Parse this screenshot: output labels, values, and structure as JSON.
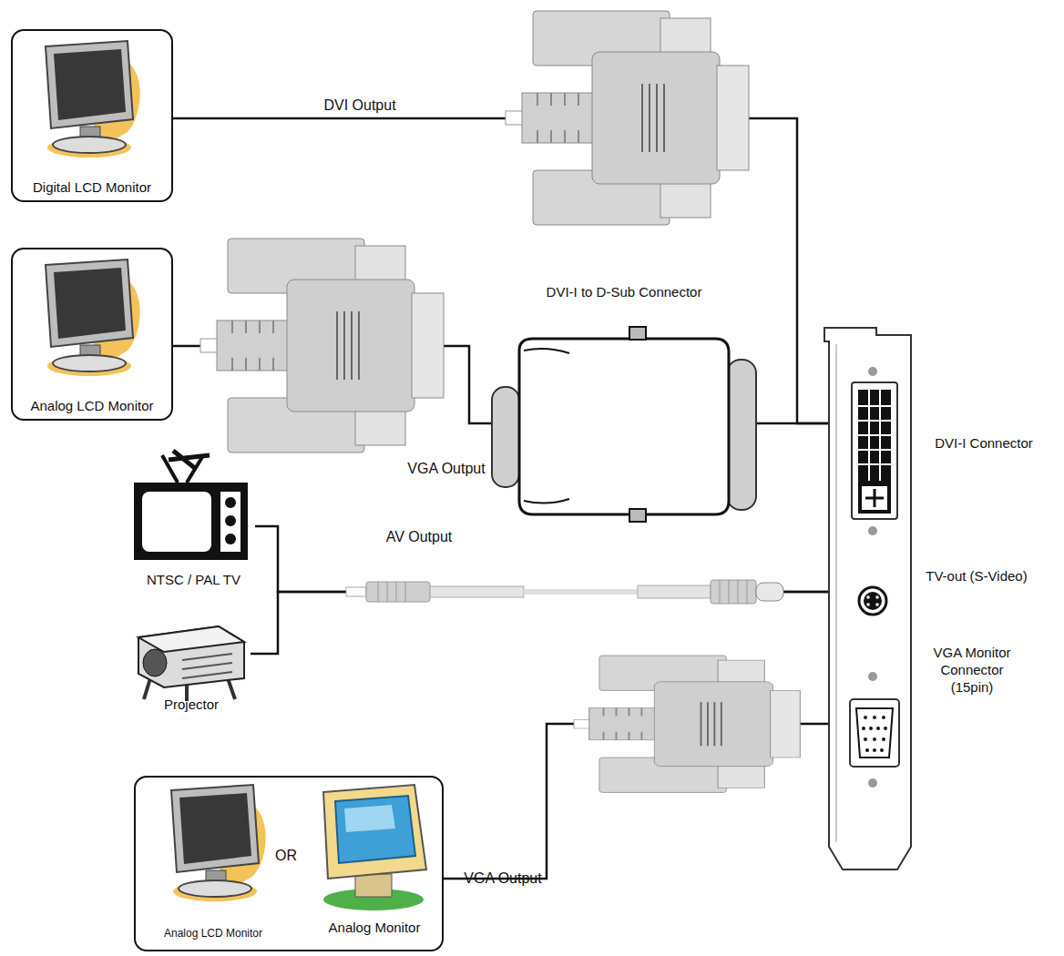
{
  "diagram": {
    "nodes": [
      {
        "text": [
          "Digital LCD Monitor"
        ]
      },
      {
        "text": [
          "Analog LCD Monitor"
        ]
      },
      {
        "text": [
          "NTSC / PAL TV"
        ]
      },
      {
        "text": [
          "Projector"
        ]
      },
      {
        "text": [
          "Analog LCD Monitor",
          "OR",
          "Analog Monitor"
        ]
      },
      {
        "text": [
          "DVI-I to D-Sub Connector"
        ]
      },
      {
        "text": [
          "DVI-I Connector"
        ]
      },
      {
        "text": [
          "TV-out (S-Video)"
        ]
      },
      {
        "text": [
          "VGA Monitor Connector (15pin)"
        ]
      }
    ],
    "edges": [
      {
        "from": 0,
        "to": 6,
        "label": "DVI Output",
        "arrow": "none"
      },
      {
        "from": 1,
        "to": 5,
        "label": "VGA Output",
        "arrow": "none"
      },
      {
        "from": 5,
        "to": 6,
        "arrow": "none"
      },
      {
        "from": 2,
        "to": 7,
        "label": "AV Output",
        "arrow": "none"
      },
      {
        "from": 3,
        "to": 7,
        "arrow": "none"
      },
      {
        "from": 4,
        "to": 8,
        "label": "VGA Output",
        "arrow": "none"
      }
    ]
  }
}
